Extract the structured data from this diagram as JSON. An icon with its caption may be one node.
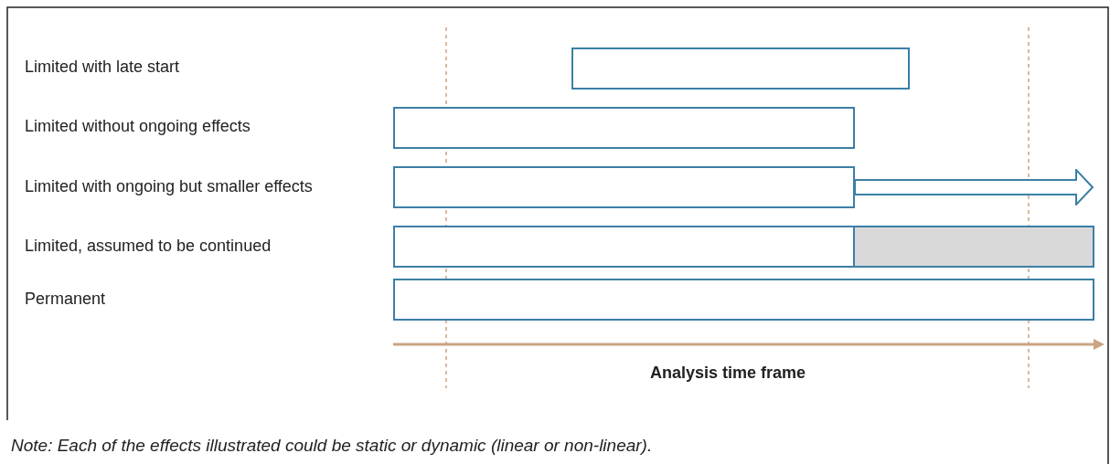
{
  "diagram": {
    "caption": "Note: Each of the effects illustrated could be static or dynamic (linear or non-linear).",
    "nodes": [
      {
        "text": [],
        "shape": "bar"
      },
      {
        "text": [],
        "shape": "bar"
      },
      {
        "text": [],
        "shape": "bar"
      },
      {
        "text": [],
        "shape": "arrow"
      },
      {
        "text": [],
        "shape": "bar"
      },
      {
        "text": [],
        "shape": "box"
      },
      {
        "text": [],
        "shape": "bar"
      }
    ],
    "edges": [],
    "labels": [
      "Limited with late start",
      "Limited without ongoing effects",
      "Limited with ongoing but smaller effects",
      "Limited, assumed to be continued",
      "Permanent",
      "Analysis time frame"
    ]
  }
}
